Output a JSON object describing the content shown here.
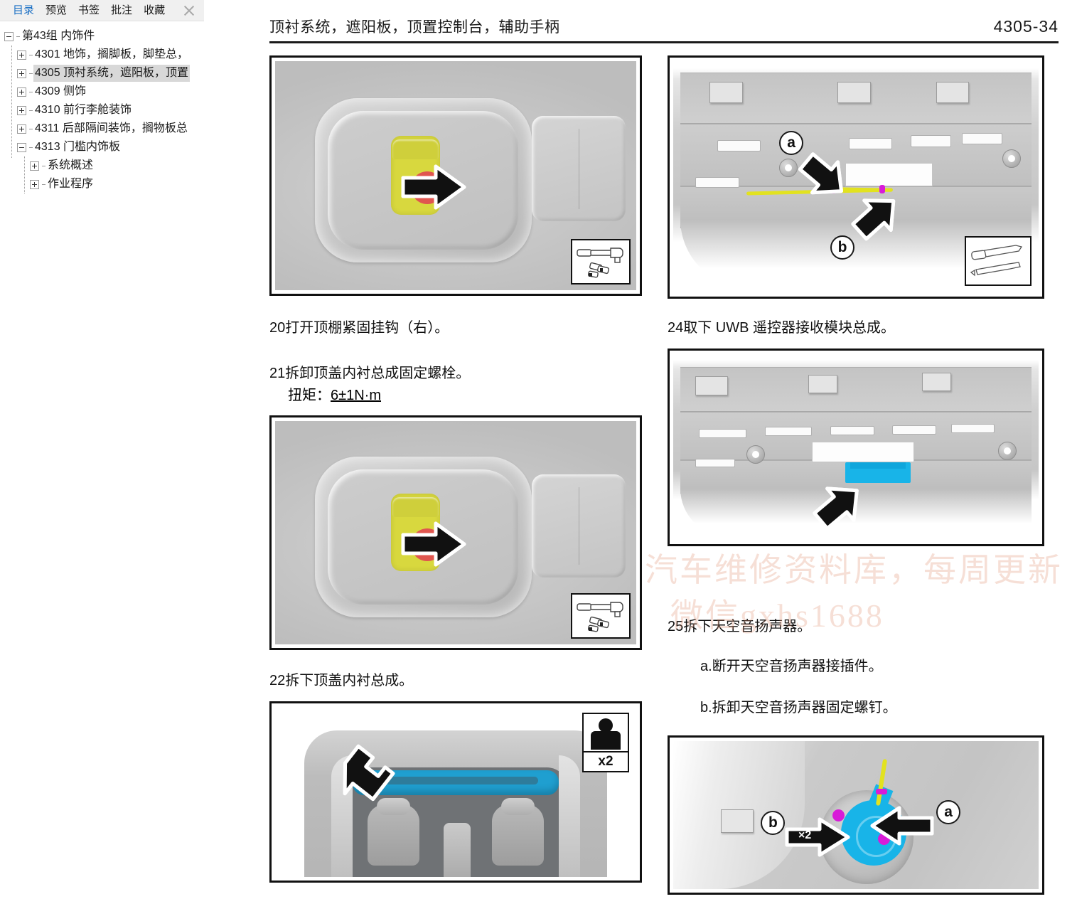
{
  "sidebar": {
    "tabs": [
      {
        "label": "目录",
        "active": true
      },
      {
        "label": "预览",
        "active": false
      },
      {
        "label": "书签",
        "active": false
      },
      {
        "label": "批注",
        "active": false
      },
      {
        "label": "收藏",
        "active": false
      }
    ],
    "close_icon": "close-icon",
    "tree": [
      {
        "label": "第43组 内饰件",
        "level": 0,
        "state": "expanded",
        "selected": false
      },
      {
        "label": "4301 地饰，搁脚板，脚垫总，",
        "level": 1,
        "state": "collapsed",
        "selected": false
      },
      {
        "label": "4305 顶衬系统，遮阳板，顶置",
        "level": 1,
        "state": "collapsed",
        "selected": true
      },
      {
        "label": "4309 侧饰",
        "level": 1,
        "state": "collapsed",
        "selected": false
      },
      {
        "label": "4310 前行李舱装饰",
        "level": 1,
        "state": "collapsed",
        "selected": false
      },
      {
        "label": "4311 后部隔间装饰，搁物板总",
        "level": 1,
        "state": "collapsed",
        "selected": false
      },
      {
        "label": "4313 门槛内饰板",
        "level": 1,
        "state": "expanded",
        "selected": false
      },
      {
        "label": "系统概述",
        "level": 2,
        "state": "collapsed",
        "selected": false
      },
      {
        "label": "作业程序",
        "level": 2,
        "state": "collapsed",
        "selected": false
      }
    ]
  },
  "page": {
    "title": "顶衬系统，遮阳板，顶置控制台，辅助手柄",
    "number": "4305-34",
    "watermark_line1": "汽车维修资料库，每周更新",
    "watermark_line2": "微信gxhs1688"
  },
  "left_column": {
    "figure_20": {
      "name": "overhead-console-hook-figure",
      "tool_inset": "ratchet-and-sockets-icon"
    },
    "step_20": "20打开顶棚紧固挂钩（右）。",
    "step_21": "21拆卸顶盖内衬总成固定螺栓。",
    "step_21_torque_label": "扭矩：",
    "step_21_torque_value": "6±1N·m",
    "figure_21": {
      "name": "overhead-console-hook-figure-2",
      "tool_inset": "ratchet-and-sockets-icon"
    },
    "step_22": "22拆下顶盖内衬总成。",
    "figure_22": {
      "name": "vehicle-headliner-removal-figure",
      "person_inset_icon": "two-person-icon",
      "person_inset_count": "x2"
    }
  },
  "right_column": {
    "figure_23": {
      "name": "roof-rail-uwb-harness-figure",
      "callouts": [
        "a",
        "b"
      ],
      "tool_inset": "trim-removal-tools-icon"
    },
    "step_24": "24取下 UWB 遥控器接收模块总成。",
    "figure_24": {
      "name": "uwb-module-figure"
    },
    "step_25": "25拆下天空音扬声器。",
    "step_25_a": "a.断开天空音扬声器接插件。",
    "step_25_b": "b.拆卸天空音扬声器固定螺钉。",
    "figure_25": {
      "name": "sky-sound-speaker-figure",
      "callouts": [
        "a",
        "b"
      ],
      "quantity_label": "×2"
    }
  },
  "colors": {
    "accent_tab": "#1a6fc4",
    "highlight_yellow": "#d8d83e",
    "highlight_cyan": "#18b4e8",
    "highlight_magenta": "#d81bd8",
    "marker_red": "#e0564f",
    "wire_yellow": "#e2e21f",
    "selection_grey": "#d8d8d8"
  }
}
